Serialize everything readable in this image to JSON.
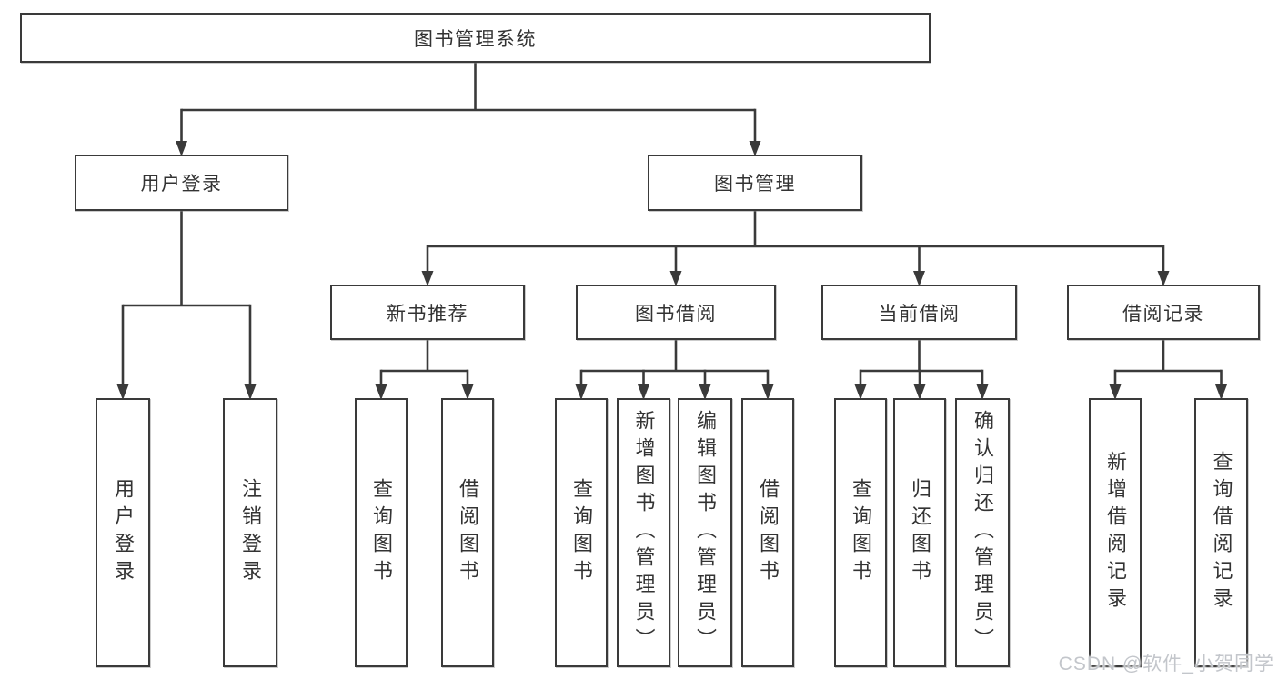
{
  "diagram": {
    "watermark": "CSDN @软件_小贺同学",
    "colors": {
      "line": "#3a3a3a",
      "text": "#333333",
      "box_fill": "#ffffff",
      "background": "#ffffff",
      "watermark": "#c3c6cb"
    },
    "nodes": [
      {
        "id": "root",
        "label": "图书管理系统",
        "parent": null,
        "text_direction": "horizontal"
      },
      {
        "id": "user-login",
        "label": "用户登录",
        "parent": "root",
        "text_direction": "horizontal"
      },
      {
        "id": "book-mgmt",
        "label": "图书管理",
        "parent": "root",
        "text_direction": "horizontal"
      },
      {
        "id": "new-book-rec",
        "label": "新书推荐",
        "parent": "book-mgmt",
        "text_direction": "horizontal"
      },
      {
        "id": "book-borrow",
        "label": "图书借阅",
        "parent": "book-mgmt",
        "text_direction": "horizontal"
      },
      {
        "id": "current-borrow",
        "label": "当前借阅",
        "parent": "book-mgmt",
        "text_direction": "horizontal"
      },
      {
        "id": "borrow-records",
        "label": "借阅记录",
        "parent": "book-mgmt",
        "text_direction": "horizontal"
      },
      {
        "id": "leaf-user-login",
        "label": "用户登录",
        "parent": "user-login",
        "text_direction": "vertical"
      },
      {
        "id": "leaf-logout",
        "label": "注销登录",
        "parent": "user-login",
        "text_direction": "vertical"
      },
      {
        "id": "leaf-nbr-query",
        "label": "查询图书",
        "parent": "new-book-rec",
        "text_direction": "vertical"
      },
      {
        "id": "leaf-nbr-borrow",
        "label": "借阅图书",
        "parent": "new-book-rec",
        "text_direction": "vertical"
      },
      {
        "id": "leaf-bb-query",
        "label": "查询图书",
        "parent": "book-borrow",
        "text_direction": "vertical"
      },
      {
        "id": "leaf-bb-add",
        "label": "新增图书（管理员）",
        "parent": "book-borrow",
        "text_direction": "vertical"
      },
      {
        "id": "leaf-bb-edit",
        "label": "编辑图书（管理员）",
        "parent": "book-borrow",
        "text_direction": "vertical"
      },
      {
        "id": "leaf-bb-borrow",
        "label": "借阅图书",
        "parent": "book-borrow",
        "text_direction": "vertical"
      },
      {
        "id": "leaf-cb-query",
        "label": "查询图书",
        "parent": "current-borrow",
        "text_direction": "vertical"
      },
      {
        "id": "leaf-cb-return",
        "label": "归还图书",
        "parent": "current-borrow",
        "text_direction": "vertical"
      },
      {
        "id": "leaf-cb-confirm",
        "label": "确认归还（管理员）",
        "parent": "current-borrow",
        "text_direction": "vertical"
      },
      {
        "id": "leaf-br-add",
        "label": "新增借阅记录",
        "parent": "borrow-records",
        "text_direction": "vertical"
      },
      {
        "id": "leaf-br-query",
        "label": "查询借阅记录",
        "parent": "borrow-records",
        "text_direction": "vertical"
      }
    ]
  }
}
